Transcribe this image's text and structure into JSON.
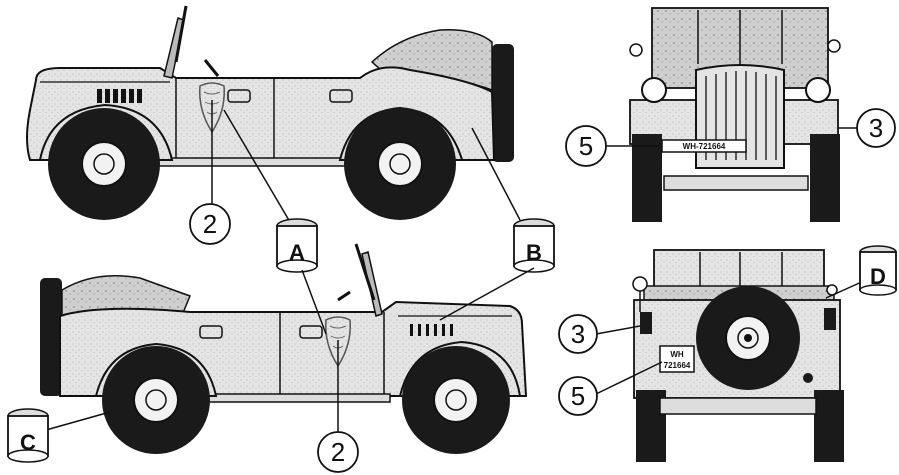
{
  "callouts": {
    "side_top": "2",
    "side_bottom": "2",
    "front_side": "3",
    "front_plate": "5",
    "rear_side": "3",
    "rear_plate": "5"
  },
  "paint_cans": {
    "a": "A",
    "b": "B",
    "c": "C",
    "d": "D"
  },
  "plates": {
    "front": "WH-721664",
    "rear_line1": "WH",
    "rear_line2": "721664"
  },
  "colors": {
    "body": "#e6e6e6",
    "line": "#111111",
    "tire": "#1a1a1a",
    "hub": "#f2f2f2",
    "canvas": "#d0d0d0"
  }
}
